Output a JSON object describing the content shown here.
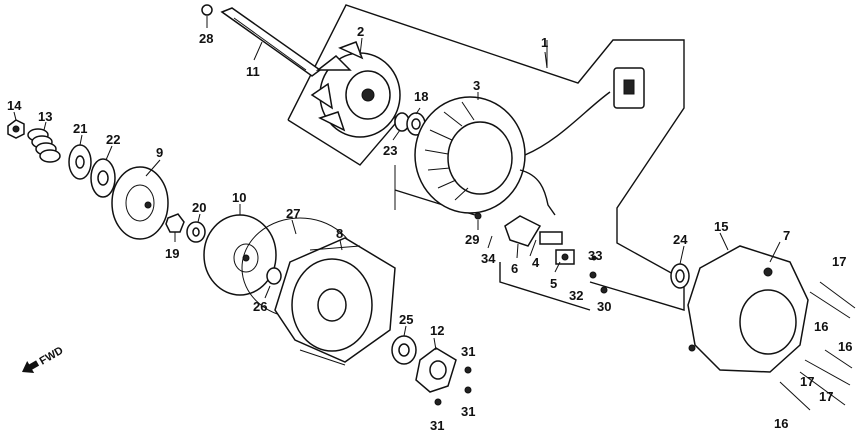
{
  "diagram": {
    "direction_label": "FWD",
    "parts": [
      {
        "id": "p1",
        "number": "1"
      },
      {
        "id": "p2",
        "number": "2"
      },
      {
        "id": "p3",
        "number": "3"
      },
      {
        "id": "p4",
        "number": "4"
      },
      {
        "id": "p5",
        "number": "5"
      },
      {
        "id": "p6",
        "number": "6"
      },
      {
        "id": "p7",
        "number": "7"
      },
      {
        "id": "p8",
        "number": "8"
      },
      {
        "id": "p9",
        "number": "9"
      },
      {
        "id": "p10",
        "number": "10"
      },
      {
        "id": "p11",
        "number": "11"
      },
      {
        "id": "p12",
        "number": "12"
      },
      {
        "id": "p13",
        "number": "13"
      },
      {
        "id": "p14",
        "number": "14"
      },
      {
        "id": "p15",
        "number": "15"
      },
      {
        "id": "p16a",
        "number": "16"
      },
      {
        "id": "p16b",
        "number": "16"
      },
      {
        "id": "p16c",
        "number": "16"
      },
      {
        "id": "p17a",
        "number": "17"
      },
      {
        "id": "p17b",
        "number": "17"
      },
      {
        "id": "p17c",
        "number": "17"
      },
      {
        "id": "p18",
        "number": "18"
      },
      {
        "id": "p19",
        "number": "19"
      },
      {
        "id": "p20",
        "number": "20"
      },
      {
        "id": "p21",
        "number": "21"
      },
      {
        "id": "p22",
        "number": "22"
      },
      {
        "id": "p23",
        "number": "23"
      },
      {
        "id": "p24",
        "number": "24"
      },
      {
        "id": "p25",
        "number": "25"
      },
      {
        "id": "p26",
        "number": "26"
      },
      {
        "id": "p27",
        "number": "27"
      },
      {
        "id": "p28",
        "number": "28"
      },
      {
        "id": "p29",
        "number": "29"
      },
      {
        "id": "p30",
        "number": "30"
      },
      {
        "id": "p31a",
        "number": "31"
      },
      {
        "id": "p31b",
        "number": "31"
      },
      {
        "id": "p31c",
        "number": "31"
      },
      {
        "id": "p32",
        "number": "32"
      },
      {
        "id": "p33",
        "number": "33"
      },
      {
        "id": "p34",
        "number": "34"
      }
    ]
  }
}
